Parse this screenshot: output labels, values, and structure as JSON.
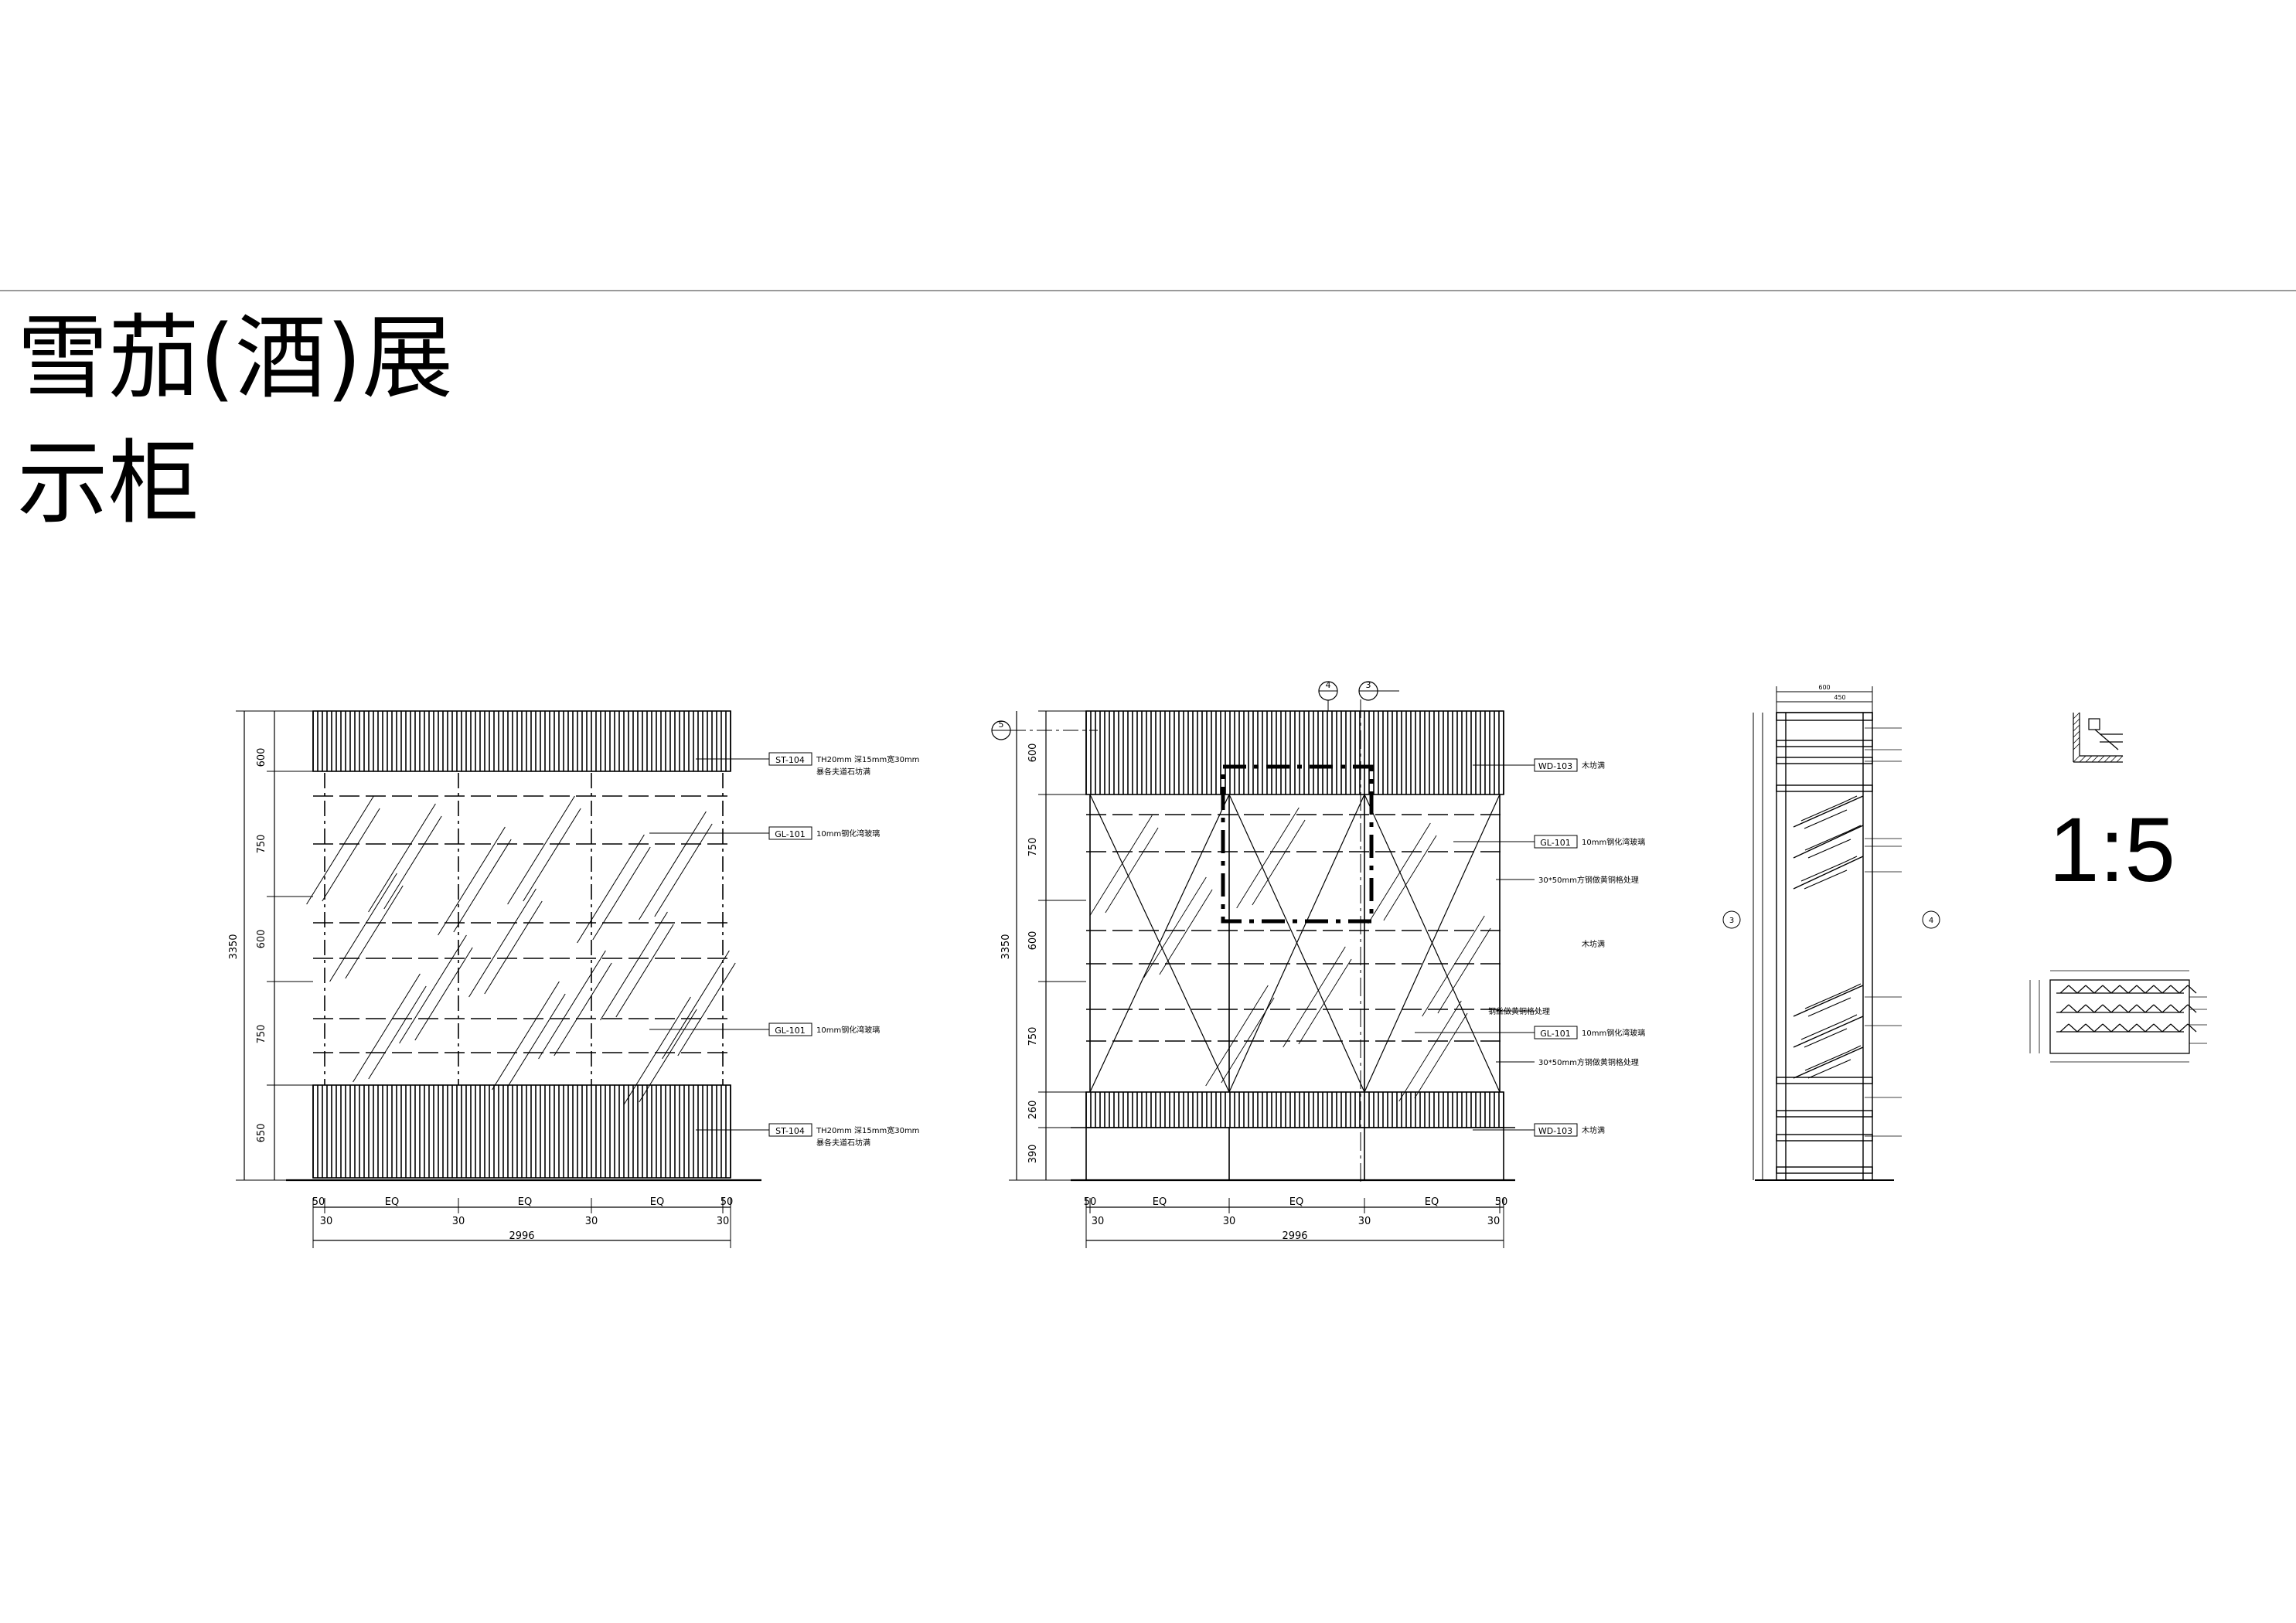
{
  "title": {
    "line1": "雪茄(酒)展",
    "line2": "示柜"
  },
  "scale_label": "1:5",
  "elevation_a": {
    "vertical_dims": [
      "600",
      "750",
      "600",
      "750",
      "650"
    ],
    "total_height": "3350",
    "horizontal_dims_top": [
      "50",
      "EQ",
      "EQ",
      "EQ",
      "50"
    ],
    "horizontal_dims_mid": [
      "30",
      "30",
      "30",
      "30"
    ],
    "total_width": "2996",
    "callouts": [
      {
        "tag": "ST-104",
        "text": "TH20mm 深15mm宽30mm",
        "text2": "暴各夫道石坊满"
      },
      {
        "tag": "GL-101",
        "text": "10mm钢化湾玻璃"
      },
      {
        "tag": "GL-101",
        "text": "10mm钢化湾玻璃"
      },
      {
        "tag": "ST-104",
        "text": "TH20mm 深15mm宽30mm",
        "text2": "暴各夫道石坊满"
      }
    ]
  },
  "elevation_b": {
    "section_markers": [
      "4",
      "3",
      "5"
    ],
    "vertical_dims": [
      "600",
      "750",
      "600",
      "750",
      "260",
      "390"
    ],
    "total_height": "3350",
    "horizontal_dims_top": [
      "50",
      "EQ",
      "EQ",
      "EQ",
      "50"
    ],
    "horizontal_dims_mid": [
      "30",
      "30",
      "30",
      "30"
    ],
    "total_width": "2996",
    "callouts": [
      {
        "tag": "WD-103",
        "text": "木坊满"
      },
      {
        "tag": "GL-101",
        "text": "10mm钢化湾玻璃"
      },
      {
        "tag": "",
        "text": "30*50mm方钢做黄铜格处理"
      },
      {
        "tag": "",
        "text": "木坊满"
      },
      {
        "tag": "",
        "text": "钢丝做黄铜格处理"
      },
      {
        "tag": "GL-101",
        "text": "10mm钢化湾玻璃"
      },
      {
        "tag": "",
        "text": "30*50mm方钢做黄铜格处理"
      },
      {
        "tag": "WD-103",
        "text": "木坊满"
      }
    ]
  },
  "section_c": {
    "top_dims": [
      "600",
      "450"
    ],
    "side_markers": [
      "3",
      "4"
    ]
  }
}
